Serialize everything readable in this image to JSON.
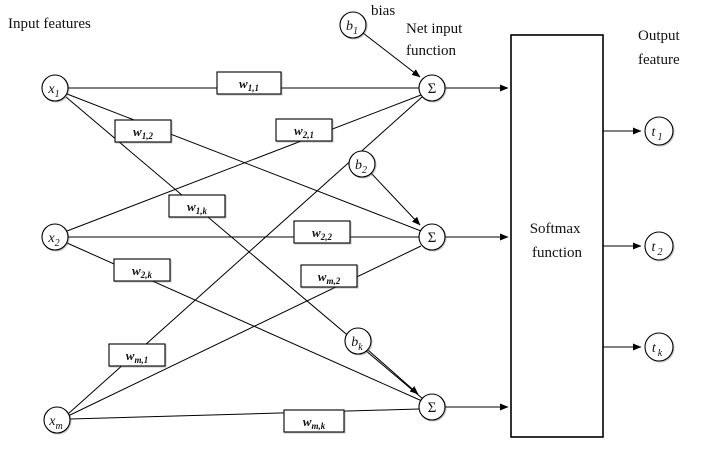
{
  "labels": {
    "input_features": "Input features",
    "bias": "bias",
    "net_input_line1": "Net input",
    "net_input_line2": "function",
    "softmax_line1": "Softmax",
    "softmax_line2": "function",
    "output_line1": "Output",
    "output_line2": "feature"
  },
  "inputs": [
    {
      "main": "x",
      "sub": "1"
    },
    {
      "main": "x",
      "sub": "2"
    },
    {
      "main": "x",
      "sub": "m"
    }
  ],
  "biases": [
    {
      "main": "b",
      "sub": "1"
    },
    {
      "main": "b",
      "sub": "2"
    },
    {
      "main": "b",
      "sub": "k"
    }
  ],
  "sums": [
    {
      "symbol": "Σ"
    },
    {
      "symbol": "Σ"
    },
    {
      "symbol": "Σ"
    }
  ],
  "weights": [
    {
      "main": "w",
      "sub": "1,1"
    },
    {
      "main": "w",
      "sub": "1,2"
    },
    {
      "main": "w",
      "sub": "2,1"
    },
    {
      "main": "w",
      "sub": "1,k"
    },
    {
      "main": "w",
      "sub": "2,2"
    },
    {
      "main": "w",
      "sub": "2,k"
    },
    {
      "main": "w",
      "sub": "m,2"
    },
    {
      "main": "w",
      "sub": "m,1"
    },
    {
      "main": "w",
      "sub": "m,k"
    }
  ],
  "outputs": [
    {
      "main": "t",
      "sub": "1"
    },
    {
      "main": "t",
      "sub": "2"
    },
    {
      "main": "t",
      "sub": "k"
    }
  ],
  "colors": {
    "stroke": "#000000",
    "background": "#ffffff"
  }
}
